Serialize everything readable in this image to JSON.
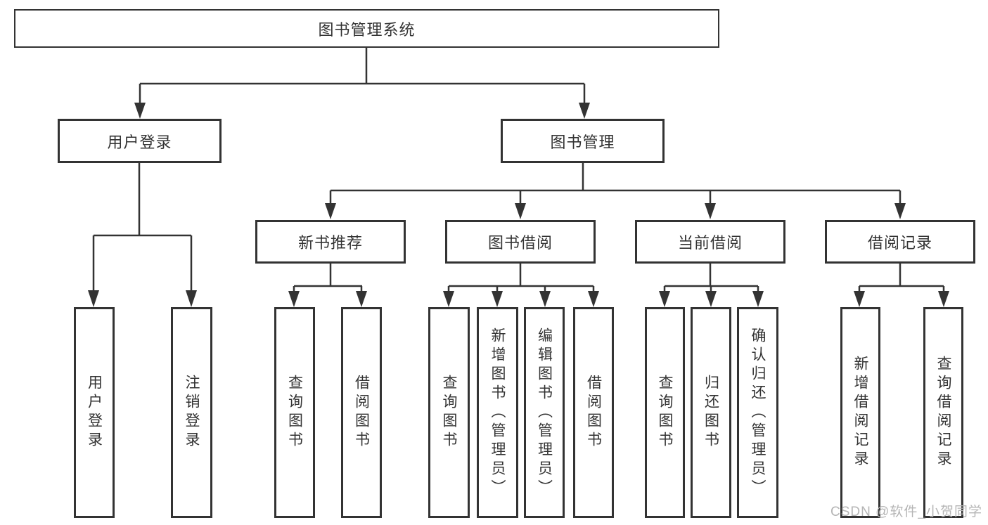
{
  "diagram": {
    "root": "图书管理系统",
    "user_login": {
      "label": "用户登录",
      "children": [
        "用户登录",
        "注销登录"
      ]
    },
    "book_management": {
      "label": "图书管理",
      "sections": [
        {
          "label": "新书推荐",
          "children": [
            "查询图书",
            "借阅图书"
          ]
        },
        {
          "label": "图书借阅",
          "children": [
            "查询图书",
            "新增图书（管理员）",
            "编辑图书（管理员）",
            "借阅图书"
          ]
        },
        {
          "label": "当前借阅",
          "children": [
            "查询图书",
            "归还图书",
            "确认归还（管理员）"
          ]
        },
        {
          "label": "借阅记录",
          "children": [
            "新增借阅记录",
            "查询借阅记录"
          ]
        }
      ]
    },
    "watermark": "CSDN @软件_小贺同学",
    "colors": {
      "line": "#333333",
      "border": "#333333",
      "text": "#333333",
      "watermark": "#b5b5b5"
    }
  }
}
